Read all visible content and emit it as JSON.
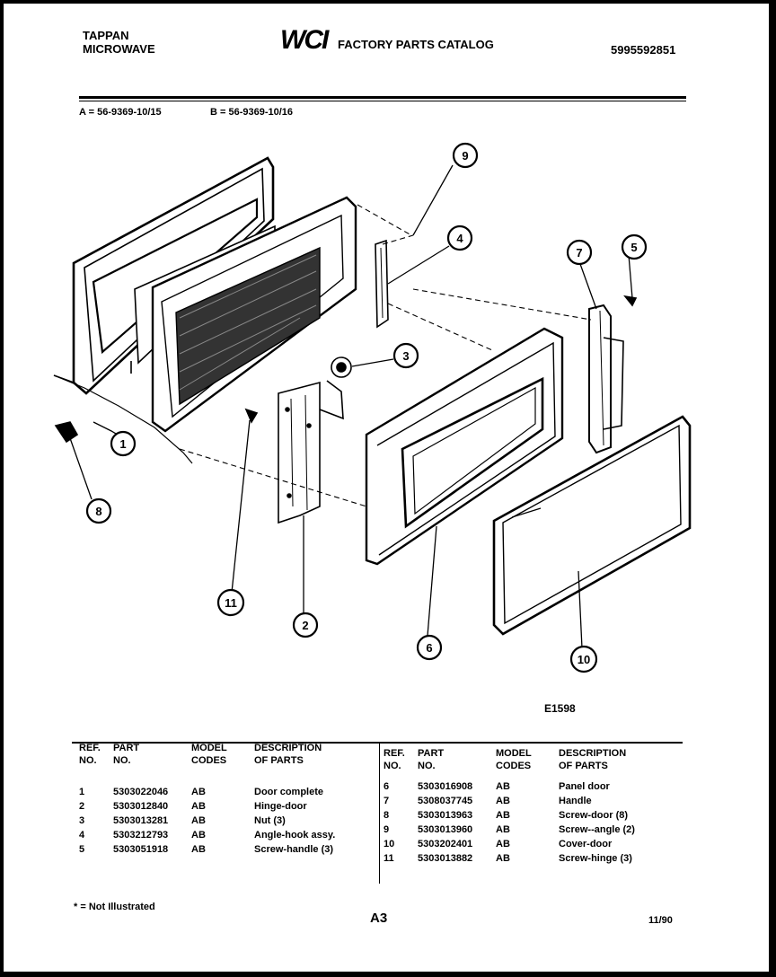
{
  "header": {
    "brand_line1": "TAPPAN",
    "brand_line2": "MICROWAVE",
    "logo": "WCI",
    "catalog_title": "FACTORY PARTS CATALOG",
    "catalog_number": "5995592851"
  },
  "models": {
    "a": "A = 56-9369-10/15",
    "b": "B = 56-9369-10/16"
  },
  "diagram": {
    "code": "E1598",
    "callouts": [
      "1",
      "2",
      "3",
      "4",
      "5",
      "6",
      "7",
      "8",
      "9",
      "10",
      "11"
    ]
  },
  "table": {
    "headers": {
      "ref": [
        "REF.",
        "NO."
      ],
      "part": [
        "PART",
        "NO."
      ],
      "model": [
        "MODEL",
        "CODES"
      ],
      "desc": [
        "DESCRIPTION",
        "OF PARTS"
      ]
    },
    "left_rows": [
      {
        "ref": "1",
        "part": "5303022046",
        "model": "AB",
        "desc": "Door complete"
      },
      {
        "ref": "2",
        "part": "5303012840",
        "model": "AB",
        "desc": "Hinge-door"
      },
      {
        "ref": "3",
        "part": "5303013281",
        "model": "AB",
        "desc": "Nut (3)"
      },
      {
        "ref": "4",
        "part": "5303212793",
        "model": "AB",
        "desc": "Angle-hook assy."
      },
      {
        "ref": "5",
        "part": "5303051918",
        "model": "AB",
        "desc": "Screw-handle (3)"
      }
    ],
    "right_rows": [
      {
        "ref": "6",
        "part": "5303016908",
        "model": "AB",
        "desc": "Panel door"
      },
      {
        "ref": "7",
        "part": "5308037745",
        "model": "AB",
        "desc": "Handle"
      },
      {
        "ref": "8",
        "part": "5303013963",
        "model": "AB",
        "desc": "Screw-door (8)"
      },
      {
        "ref": "9",
        "part": "5303013960",
        "model": "AB",
        "desc": "Screw--angle (2)"
      },
      {
        "ref": "10",
        "part": "5303202401",
        "model": "AB",
        "desc": "Cover-door"
      },
      {
        "ref": "11",
        "part": "5303013882",
        "model": "AB",
        "desc": "Screw-hinge (3)"
      }
    ]
  },
  "footer": {
    "note": "* = Not Illustrated",
    "page": "A3",
    "date": "11/90"
  }
}
